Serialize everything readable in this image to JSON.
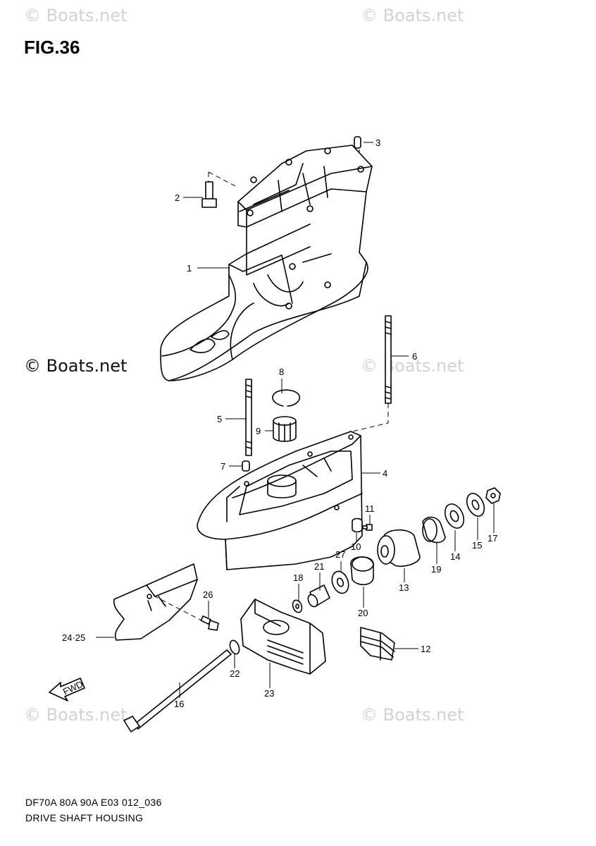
{
  "figure": {
    "title": "FIG.36"
  },
  "watermark": {
    "text": "© Boats.net"
  },
  "footer": {
    "line1": "DF70A 80A 90A E03 012_036",
    "line2": "DRIVE SHAFT HOUSING"
  },
  "callouts": {
    "c1": "1",
    "c2": "2",
    "c3": "3",
    "c4": "4",
    "c5": "5",
    "c6": "6",
    "c7": "7",
    "c8": "8",
    "c9": "9",
    "c10": "10",
    "c11": "11",
    "c12": "12",
    "c13": "13",
    "c14": "14",
    "c15": "15",
    "c16": "16",
    "c17": "17",
    "c18": "18",
    "c19": "19",
    "c20": "20",
    "c21": "21",
    "c22": "22",
    "c23": "23",
    "c24": "24·25",
    "c26": "26",
    "c27": "27"
  },
  "fwd": {
    "label": "FWD"
  }
}
